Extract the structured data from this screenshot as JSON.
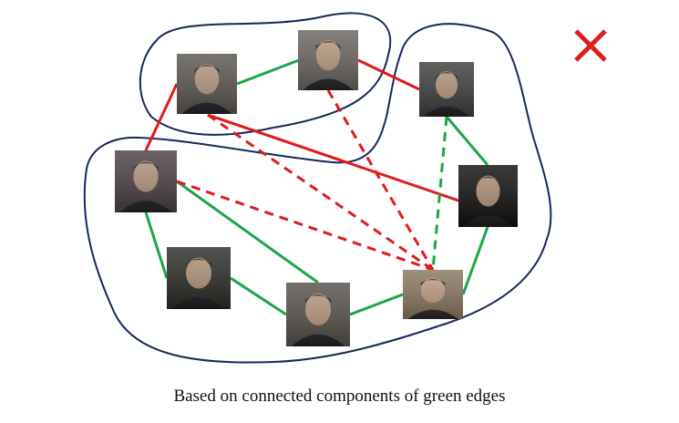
{
  "caption": "Based on connected components of green edges",
  "colors": {
    "cluster_outline": "#14285a",
    "green_edge": "#1aa64a",
    "red_edge": "#e01b1b",
    "cross_mark": "#e01b1b"
  },
  "result_marker": "cross-icon",
  "nodes": [
    {
      "id": "p1",
      "icon": "portrait-photo",
      "tone": "#5a5550"
    },
    {
      "id": "p2",
      "icon": "portrait-photo",
      "tone": "#6a645e"
    },
    {
      "id": "p3",
      "icon": "portrait-photo",
      "tone": "#3d3d3d"
    },
    {
      "id": "p4",
      "icon": "portrait-photo",
      "tone": "#4b3f45"
    },
    {
      "id": "p5",
      "icon": "portrait-photo",
      "tone": "#0e0e0e"
    },
    {
      "id": "p6",
      "icon": "portrait-photo",
      "tone": "#2a2a26"
    },
    {
      "id": "p7",
      "icon": "portrait-photo",
      "tone": "#55504a"
    },
    {
      "id": "p8",
      "icon": "portrait-photo",
      "tone": "#8a7660"
    }
  ],
  "edges": [
    {
      "from": "p1",
      "to": "p2",
      "type": "green-solid"
    },
    {
      "from": "p1",
      "to": "p4",
      "type": "red-solid"
    },
    {
      "from": "p1",
      "to": "p5",
      "type": "red-solid"
    },
    {
      "from": "p1",
      "to": "p8",
      "type": "red-dashed"
    },
    {
      "from": "p2",
      "to": "p3",
      "type": "red-solid"
    },
    {
      "from": "p2",
      "to": "p8",
      "type": "red-dashed"
    },
    {
      "from": "p3",
      "to": "p5",
      "type": "green-solid"
    },
    {
      "from": "p3",
      "to": "p8",
      "type": "green-dashed"
    },
    {
      "from": "p4",
      "to": "p6",
      "type": "green-solid"
    },
    {
      "from": "p4",
      "to": "p7",
      "type": "green-solid"
    },
    {
      "from": "p4",
      "to": "p8",
      "type": "red-dashed"
    },
    {
      "from": "p5",
      "to": "p8",
      "type": "green-solid"
    },
    {
      "from": "p6",
      "to": "p7",
      "type": "green-solid"
    },
    {
      "from": "p7",
      "to": "p8",
      "type": "green-solid"
    }
  ],
  "clusters": [
    {
      "id": "cluster-top",
      "members": [
        "p1",
        "p2"
      ]
    },
    {
      "id": "cluster-main",
      "members": [
        "p3",
        "p4",
        "p5",
        "p6",
        "p7",
        "p8"
      ]
    }
  ]
}
